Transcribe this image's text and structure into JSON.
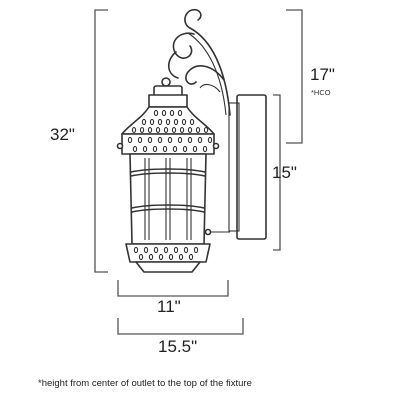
{
  "dimensions": {
    "overall_height": "32\"",
    "height_from_outlet": "17\"",
    "hco_note": "*HCO",
    "backplate_height": "15\"",
    "body_width": "11\"",
    "extension": "15.5\""
  },
  "footnote": "*height from center of outlet to the top of the fixture",
  "colors": {
    "line": "#333333",
    "dimension": "#555555"
  }
}
